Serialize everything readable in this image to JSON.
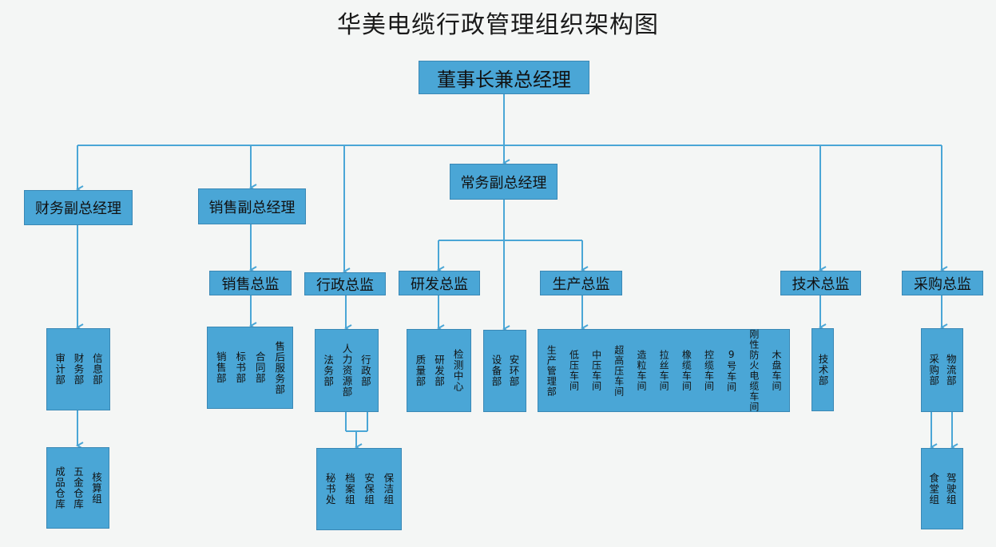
{
  "title": "华美电缆行政管理组织架构图",
  "chairman": "董事长兼总经理",
  "executive_vp": "常务副总经理",
  "finance_vp": "财务副总经理",
  "sales_vp": "销售副总经理",
  "sales_director": "销售总监",
  "admin_director": "行政总监",
  "rd_director": "研发总监",
  "production_director": "生产总监",
  "tech_director": "技术总监",
  "purchase_director": "采购总监",
  "finance_depts": [
    "审计部",
    "财务部",
    "信息部"
  ],
  "finance_groups": [
    "成品仓库",
    "五金仓库",
    "核算组"
  ],
  "sales_depts": [
    "销售部",
    "标书部",
    "合同部",
    "售后服务部"
  ],
  "admin_depts": [
    "法务部",
    "人力资源部",
    "行政部"
  ],
  "admin_groups": [
    "秘书处",
    "档案组",
    "安保组",
    "保洁组"
  ],
  "rd_depts": [
    "质量部",
    "研发部",
    "检测中心"
  ],
  "equip_depts": [
    "设备部",
    "安环部"
  ],
  "production_depts": [
    "生产管理部",
    "低压车间",
    "中压车间",
    "超高压车间",
    "造粒车间",
    "拉丝车间",
    "橡缆车间",
    "控缆车间",
    "9号车间",
    "刚性防火电缆车间",
    "木盘车间"
  ],
  "tech_depts": [
    "技术部"
  ],
  "purchase_depts": [
    "采购部",
    "物流部"
  ],
  "purchase_groups": [
    "食堂组",
    "驾驶组"
  ]
}
